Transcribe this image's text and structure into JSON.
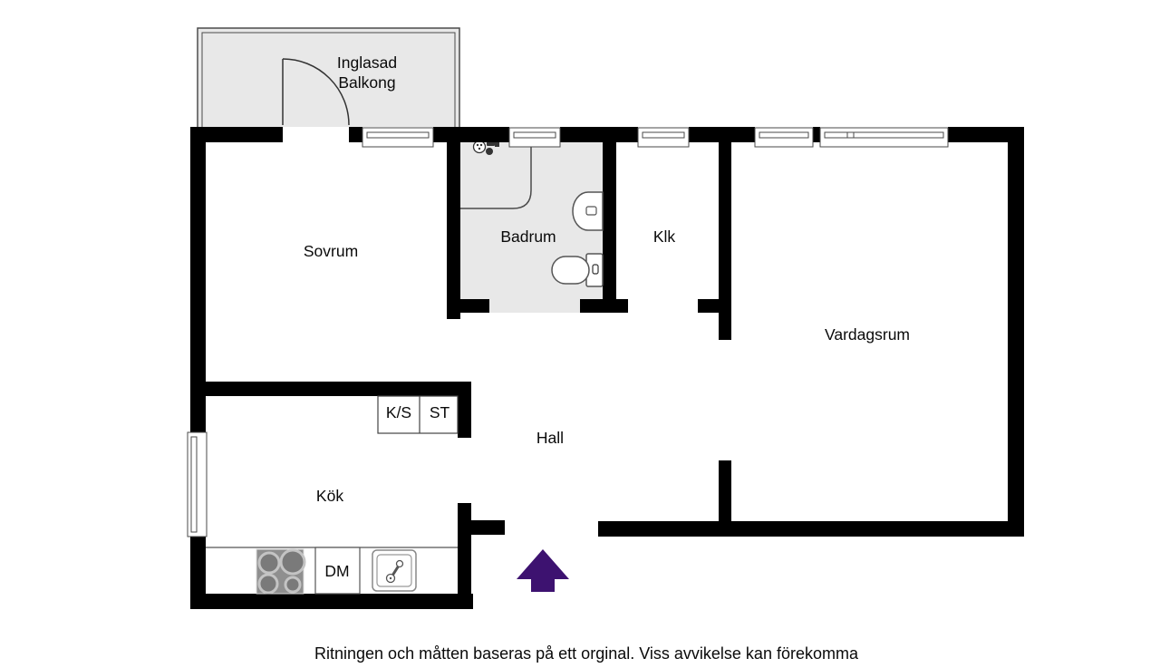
{
  "colors": {
    "wall": "#000000",
    "floor": "#e8e8e8",
    "arrow": "#3d1270",
    "stove_gray": "#8f8f8f",
    "burner_fill": "#7a7a7a"
  },
  "rooms": {
    "balcony_line1": "Inglasad",
    "balcony_line2": "Balkong",
    "bedroom": "Sovrum",
    "bathroom": "Badrum",
    "closet": "Klk",
    "living_room": "Vardagsrum",
    "hall": "Hall",
    "kitchen": "Kök"
  },
  "closets": {
    "ks": "K/S",
    "st": "ST"
  },
  "appliances": {
    "dishwasher": "DM"
  },
  "footer": "Ritningen och måtten baseras på ett orginal. Viss avvikelse kan förekomma"
}
